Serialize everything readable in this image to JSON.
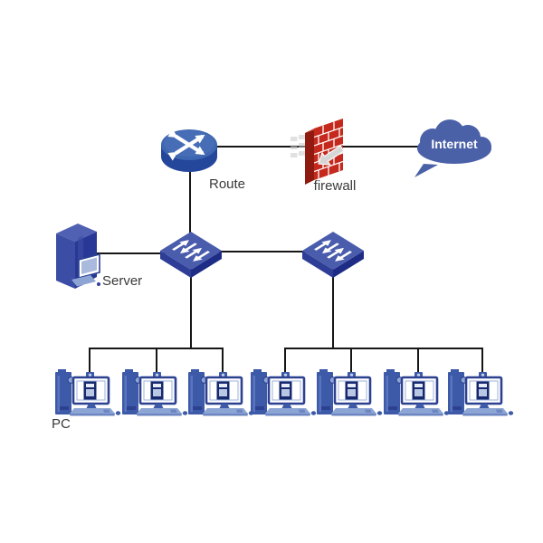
{
  "diagram": {
    "type": "network-topology",
    "labels": {
      "router": "Route",
      "firewall": "firewall",
      "internet": "Internet",
      "server": "Server",
      "pc_group": "PC"
    },
    "nodes": [
      {
        "id": "internet",
        "kind": "cloud",
        "label": "Internet"
      },
      {
        "id": "firewall",
        "kind": "firewall",
        "label": "firewall"
      },
      {
        "id": "router",
        "kind": "router",
        "label": "Route"
      },
      {
        "id": "core-switch",
        "kind": "switch",
        "label": ""
      },
      {
        "id": "access-switch",
        "kind": "switch",
        "label": ""
      },
      {
        "id": "server",
        "kind": "server-tower",
        "label": "Server"
      },
      {
        "id": "pc-row",
        "kind": "pc-group",
        "label": "PC",
        "pc_count": 7
      }
    ],
    "edges": [
      {
        "from": "router",
        "to": "firewall"
      },
      {
        "from": "firewall",
        "to": "internet"
      },
      {
        "from": "router",
        "to": "core-switch"
      },
      {
        "from": "server",
        "to": "core-switch"
      },
      {
        "from": "core-switch",
        "to": "access-switch"
      },
      {
        "from": "core-switch",
        "to": "pc-1"
      },
      {
        "from": "core-switch",
        "to": "pc-2"
      },
      {
        "from": "core-switch",
        "to": "pc-3"
      },
      {
        "from": "access-switch",
        "to": "pc-4"
      },
      {
        "from": "access-switch",
        "to": "pc-5"
      },
      {
        "from": "access-switch",
        "to": "pc-6"
      },
      {
        "from": "access-switch",
        "to": "pc-7"
      }
    ],
    "colors": {
      "router_top": "#3f66b0",
      "router_side": "#24479b",
      "switch_top": "#4a5cac",
      "switch_side_left": "#2e3e97",
      "switch_side_right": "#1f2c86",
      "firewall_front": "#c5281c",
      "firewall_side": "#8e1a10",
      "firewall_top": "#e05a4e",
      "cloud_blue": "#4a61a8",
      "server_front": "#3c4da6",
      "server_side": "#283896",
      "server_top": "#5060b2",
      "pc_blue": "#3c5aa7",
      "keyboard_blue": "#8da5d4",
      "line_black": "#161616",
      "label_gray": "#3a3a3a"
    }
  }
}
